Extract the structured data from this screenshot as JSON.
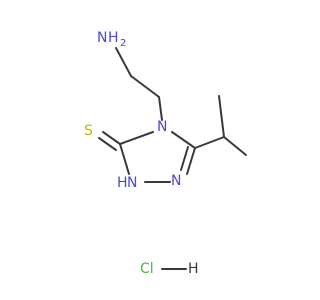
{
  "molecule": {
    "atoms": {
      "amine_n": "N",
      "amine_h": "H",
      "amine_h_sub": "2",
      "ring_n4": "N",
      "ring_n2": "N",
      "ring_n1": "N",
      "ring_n1_h": "H",
      "thione_s": "S"
    },
    "salt": {
      "cl": "Cl",
      "h": "H"
    },
    "colors": {
      "bond": "#3a3a3a",
      "nitrogen": "#4a4ad2",
      "sulfur": "#c9b400",
      "chlorine": "#3fbf3f",
      "hydrogen": "#3a3a3a"
    }
  }
}
